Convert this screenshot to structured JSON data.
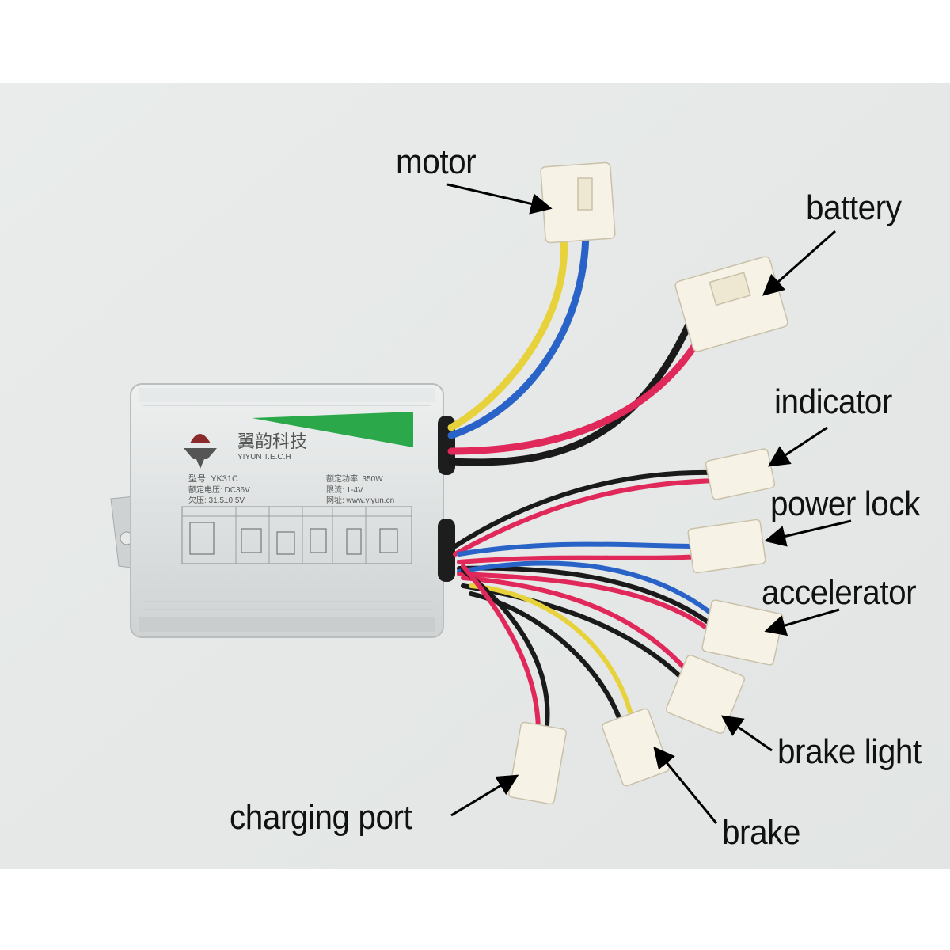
{
  "labels": {
    "motor": "motor",
    "battery": "battery",
    "indicator": "indicator",
    "power_lock": "power lock",
    "accelerator": "accelerator",
    "brake_light": "brake light",
    "brake": "brake",
    "charging_port": "charging port"
  },
  "controller": {
    "brand_cn": "翼韵科技",
    "brand_en": "YIYUN T.E.C.H",
    "model": "型号: YK31C",
    "voltage": "额定电压: DC36V",
    "undervoltage": "欠压: 31.5±0.5V",
    "power": "额定功率: 350W",
    "current": "限流: 1-4V",
    "web": "网址: www.yiyun.cn"
  },
  "colors": {
    "background": "#eceeed",
    "case": "#dfe2e2",
    "green_stripe": "#2aa84a",
    "wire_red": "#e0285a",
    "wire_black": "#1a1a1a",
    "wire_blue": "#2a63c8",
    "wire_yellow": "#e8d23c",
    "connector": "#f6f2e6"
  }
}
